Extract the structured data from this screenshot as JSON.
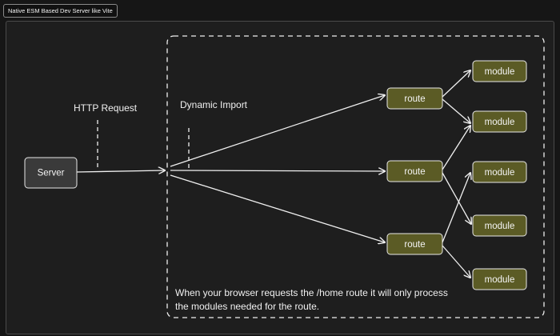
{
  "window": {
    "title": "Native ESM Based Dev Server like Vite"
  },
  "diagram": {
    "server_label": "Server",
    "http_request_label": "HTTP Request",
    "dynamic_import_label": "Dynamic Import",
    "routes": [
      "route",
      "route",
      "route"
    ],
    "modules": [
      "module",
      "module",
      "module",
      "module",
      "module"
    ],
    "caption": [
      "When your browser requests the /home route it will only process",
      "the modules needed for the route."
    ]
  },
  "colors": {
    "background": "#1e1e1e",
    "server_fill": "#3a3a3a",
    "node_fill": "#5b5b25",
    "line": "#f0f0f0"
  }
}
